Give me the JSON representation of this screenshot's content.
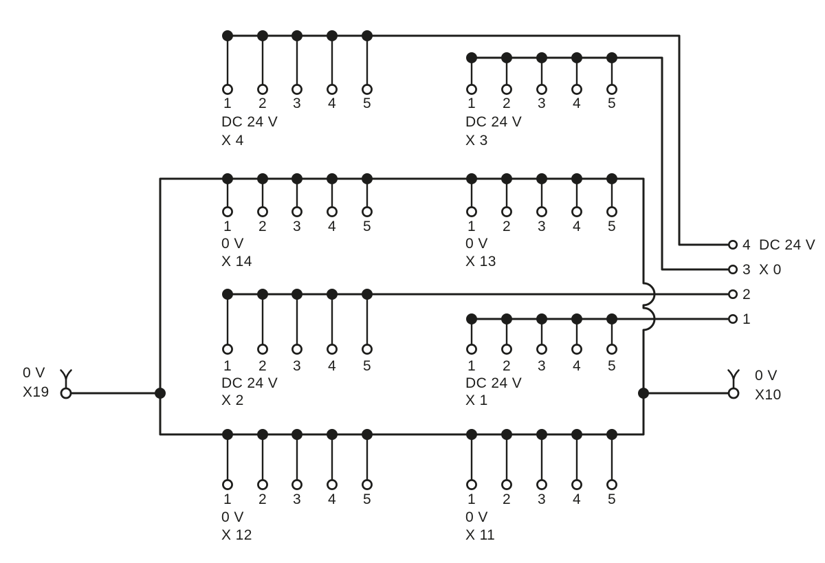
{
  "diagram": {
    "background": "#ffffff",
    "line_color": "#1d1d1b",
    "groups": [
      {
        "id": "x4",
        "voltage": "DC 24 V",
        "name": "X 4",
        "pins": [
          "1",
          "2",
          "3",
          "4",
          "5"
        ]
      },
      {
        "id": "x3",
        "voltage": "DC 24 V",
        "name": "X 3",
        "pins": [
          "1",
          "2",
          "3",
          "4",
          "5"
        ]
      },
      {
        "id": "x14",
        "voltage": "0 V",
        "name": "X 14",
        "pins": [
          "1",
          "2",
          "3",
          "4",
          "5"
        ]
      },
      {
        "id": "x13",
        "voltage": "0 V",
        "name": "X 13",
        "pins": [
          "1",
          "2",
          "3",
          "4",
          "5"
        ]
      },
      {
        "id": "x2",
        "voltage": "DC 24 V",
        "name": "X 2",
        "pins": [
          "1",
          "2",
          "3",
          "4",
          "5"
        ]
      },
      {
        "id": "x1",
        "voltage": "DC 24 V",
        "name": "X 1",
        "pins": [
          "1",
          "2",
          "3",
          "4",
          "5"
        ]
      },
      {
        "id": "x12",
        "voltage": "0 V",
        "name": "X 12",
        "pins": [
          "1",
          "2",
          "3",
          "4",
          "5"
        ]
      },
      {
        "id": "x11",
        "voltage": "0 V",
        "name": "X 11",
        "pins": [
          "1",
          "2",
          "3",
          "4",
          "5"
        ]
      }
    ],
    "x0_connector": {
      "terminals": [
        {
          "num": "4",
          "label": "DC 24 V"
        },
        {
          "num": "3",
          "label": "X 0"
        },
        {
          "num": "2",
          "label": ""
        },
        {
          "num": "1",
          "label": ""
        }
      ]
    },
    "left_tap": {
      "voltage": "0 V",
      "name": "X19"
    },
    "right_tap": {
      "voltage": "0 V",
      "name": "X10"
    }
  }
}
